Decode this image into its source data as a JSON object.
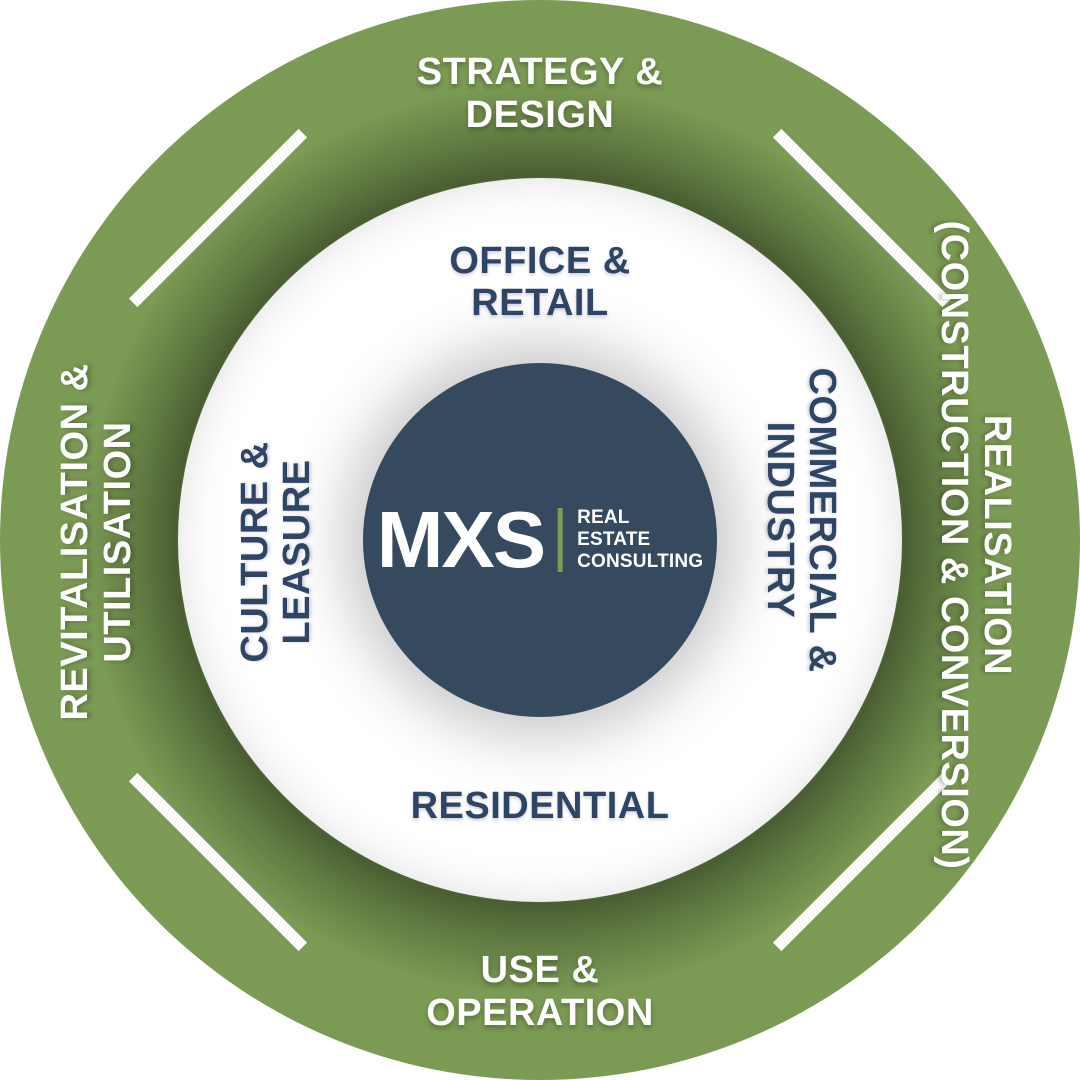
{
  "wheel": {
    "colors": {
      "ring_green": "#7b9a54",
      "center_navy": "#35495f",
      "inner_text_navy": "#2f4565",
      "logo_divider_green": "#7c9b54",
      "middle_ring_white": "#ffffff"
    },
    "outer_segments": [
      {
        "id": "top",
        "lines": [
          "STRATEGY &",
          "DESIGN"
        ]
      },
      {
        "id": "right",
        "lines": [
          "REALISATION",
          "(CONSTRUCTION & CONVERSION)"
        ]
      },
      {
        "id": "bottom",
        "lines": [
          "USE &",
          "OPERATION"
        ]
      },
      {
        "id": "left",
        "lines": [
          "REVITALISATION &",
          "UTILISATION"
        ]
      }
    ],
    "inner_segments": [
      {
        "id": "top",
        "lines": [
          "OFFICE &",
          "RETAIL"
        ]
      },
      {
        "id": "right",
        "lines": [
          "COMMERCIAL &",
          "INDUSTRY"
        ]
      },
      {
        "id": "bottom",
        "lines": [
          "RESIDENTIAL"
        ]
      },
      {
        "id": "left",
        "lines": [
          "CULTURE &",
          "LEASURE"
        ]
      }
    ],
    "center": {
      "brand": "MXS",
      "sub_lines": [
        "REAL",
        "ESTATE",
        "CONSULTING"
      ]
    }
  }
}
